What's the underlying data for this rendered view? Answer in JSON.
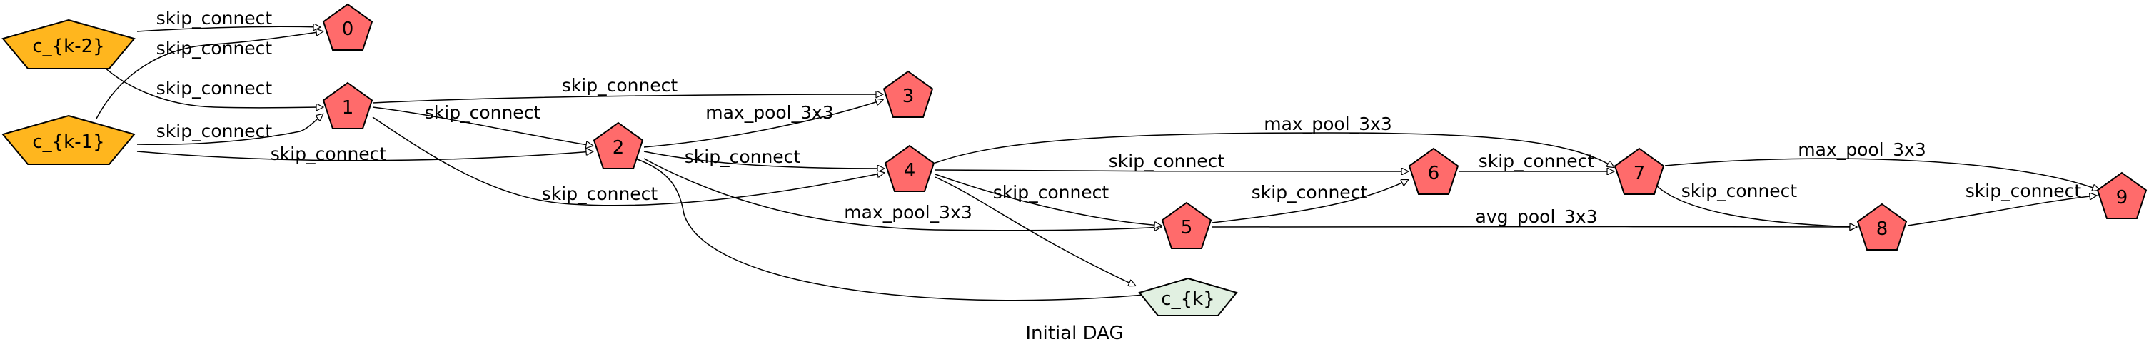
{
  "diagram": {
    "caption": "Initial DAG",
    "colors": {
      "input_fill": "#FFB61E",
      "op_fill": "#FF6B6B",
      "output_fill": "#E1F0E1",
      "stroke": "#000000"
    },
    "nodes": [
      {
        "id": "ck2",
        "label": "c_{k-2}",
        "kind": "input",
        "shape": "pentagon"
      },
      {
        "id": "ck1",
        "label": "c_{k-1}",
        "kind": "input",
        "shape": "pentagon"
      },
      {
        "id": "n0",
        "label": "0",
        "kind": "op",
        "shape": "pentagon"
      },
      {
        "id": "n1",
        "label": "1",
        "kind": "op",
        "shape": "pentagon"
      },
      {
        "id": "n2",
        "label": "2",
        "kind": "op",
        "shape": "pentagon"
      },
      {
        "id": "n3",
        "label": "3",
        "kind": "op",
        "shape": "pentagon"
      },
      {
        "id": "n4",
        "label": "4",
        "kind": "op",
        "shape": "pentagon"
      },
      {
        "id": "n5",
        "label": "5",
        "kind": "op",
        "shape": "pentagon"
      },
      {
        "id": "n6",
        "label": "6",
        "kind": "op",
        "shape": "pentagon"
      },
      {
        "id": "n7",
        "label": "7",
        "kind": "op",
        "shape": "pentagon"
      },
      {
        "id": "n8",
        "label": "8",
        "kind": "op",
        "shape": "pentagon"
      },
      {
        "id": "n9",
        "label": "9",
        "kind": "op",
        "shape": "pentagon"
      },
      {
        "id": "ck",
        "label": "c_{k}",
        "kind": "output",
        "shape": "pentagon"
      }
    ],
    "edges": [
      {
        "from": "ck2",
        "to": "n0",
        "label": "skip_connect"
      },
      {
        "from": "ck1",
        "to": "n0",
        "label": "skip_connect"
      },
      {
        "from": "ck2",
        "to": "n1",
        "label": "skip_connect"
      },
      {
        "from": "ck1",
        "to": "n1",
        "label": "skip_connect"
      },
      {
        "from": "n1",
        "to": "n3",
        "label": "skip_connect"
      },
      {
        "from": "n1",
        "to": "n2",
        "label": "skip_connect"
      },
      {
        "from": "ck1",
        "to": "n2",
        "label": "skip_connect"
      },
      {
        "from": "n2",
        "to": "n3",
        "label": "max_pool_3x3"
      },
      {
        "from": "n2",
        "to": "n4",
        "label": "skip_connect"
      },
      {
        "from": "n1",
        "to": "n4",
        "label": "skip_connect"
      },
      {
        "from": "n2",
        "to": "n5",
        "label": "max_pool_3x3"
      },
      {
        "from": "n4",
        "to": "n7",
        "label": "max_pool_3x3"
      },
      {
        "from": "n4",
        "to": "n6",
        "label": "skip_connect"
      },
      {
        "from": "n4",
        "to": "n5",
        "label": "skip_connect"
      },
      {
        "from": "n5",
        "to": "n6",
        "label": "skip_connect"
      },
      {
        "from": "n6",
        "to": "n7",
        "label": "skip_connect"
      },
      {
        "from": "n5",
        "to": "n8",
        "label": "avg_pool_3x3"
      },
      {
        "from": "n7",
        "to": "n9",
        "label": "max_pool_3x3"
      },
      {
        "from": "n7",
        "to": "n8",
        "label": "skip_connect"
      },
      {
        "from": "n8",
        "to": "n9",
        "label": "skip_connect"
      },
      {
        "from": "n2",
        "to": "ck",
        "label": ""
      },
      {
        "from": "n4",
        "to": "ck",
        "label": ""
      }
    ]
  }
}
